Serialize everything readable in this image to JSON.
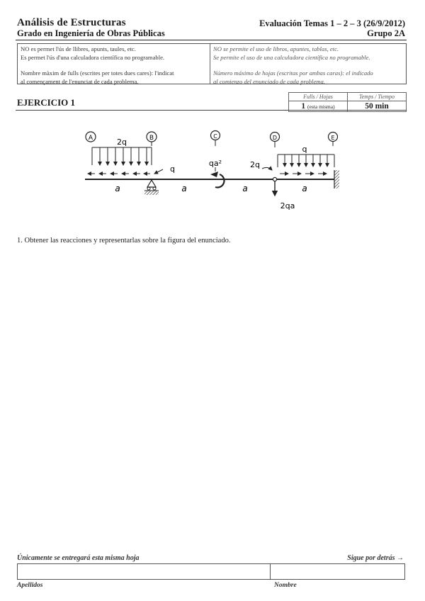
{
  "header": {
    "course_title": "Análisis de Estructuras",
    "degree": "Grado en Ingeniería de Obras Públicas",
    "evaluation": "Evaluación Temas 1 – 2 – 3 (26/9/2012)",
    "group": "Grupo 2A"
  },
  "rules": {
    "catalan": {
      "line1": "NO es permet l'ús de llibres, apunts, taules, etc.",
      "line2": "Es permet l'ús d'una calculadora científica no programable.",
      "line3": "Nombre màxim de fulls (escrites per totes dues cares): l'indicat",
      "line4": "al començament de l'enunciat de cada problema."
    },
    "spanish": {
      "line1": "NO se permite el uso de libros, apuntes, tablas, etc.",
      "line2": "Se permite el uso de una calculadora científica no programable.",
      "line3": "Número máximo de hojas (escritas por ambas caras): el indicado",
      "line4": "al comienzo del enunciado de cada problema."
    }
  },
  "exercise": {
    "title": "EJERCICIO 1",
    "sheets_header": "Fulls / Hojas",
    "sheets_value": "1",
    "sheets_note": "(esta misma)",
    "time_header": "Temps / Tiempo",
    "time_value": "50 min"
  },
  "diagram": {
    "points": [
      "A",
      "B",
      "C",
      "D",
      "E"
    ],
    "load_AB": "2q",
    "load_DE": "q",
    "axial_load_AB": "q",
    "axial_load_DE": "2q",
    "moment_C": "qa²",
    "point_load_D": "2qa",
    "span_labels": [
      "a",
      "a",
      "a",
      "a"
    ],
    "support_B": "pinned support",
    "support_E": "fixed wall",
    "hinge_D": "internal hinge"
  },
  "question": "1. Obtener las reacciones y representarlas sobre la figura del enunciado.",
  "footer": {
    "note": "Únicamente se entregará esta misma hoja",
    "continue": "Sigue por detrás →",
    "surname_label": "Apellidos",
    "name_label": "Nombre",
    "surname_value": "",
    "name_value": ""
  }
}
